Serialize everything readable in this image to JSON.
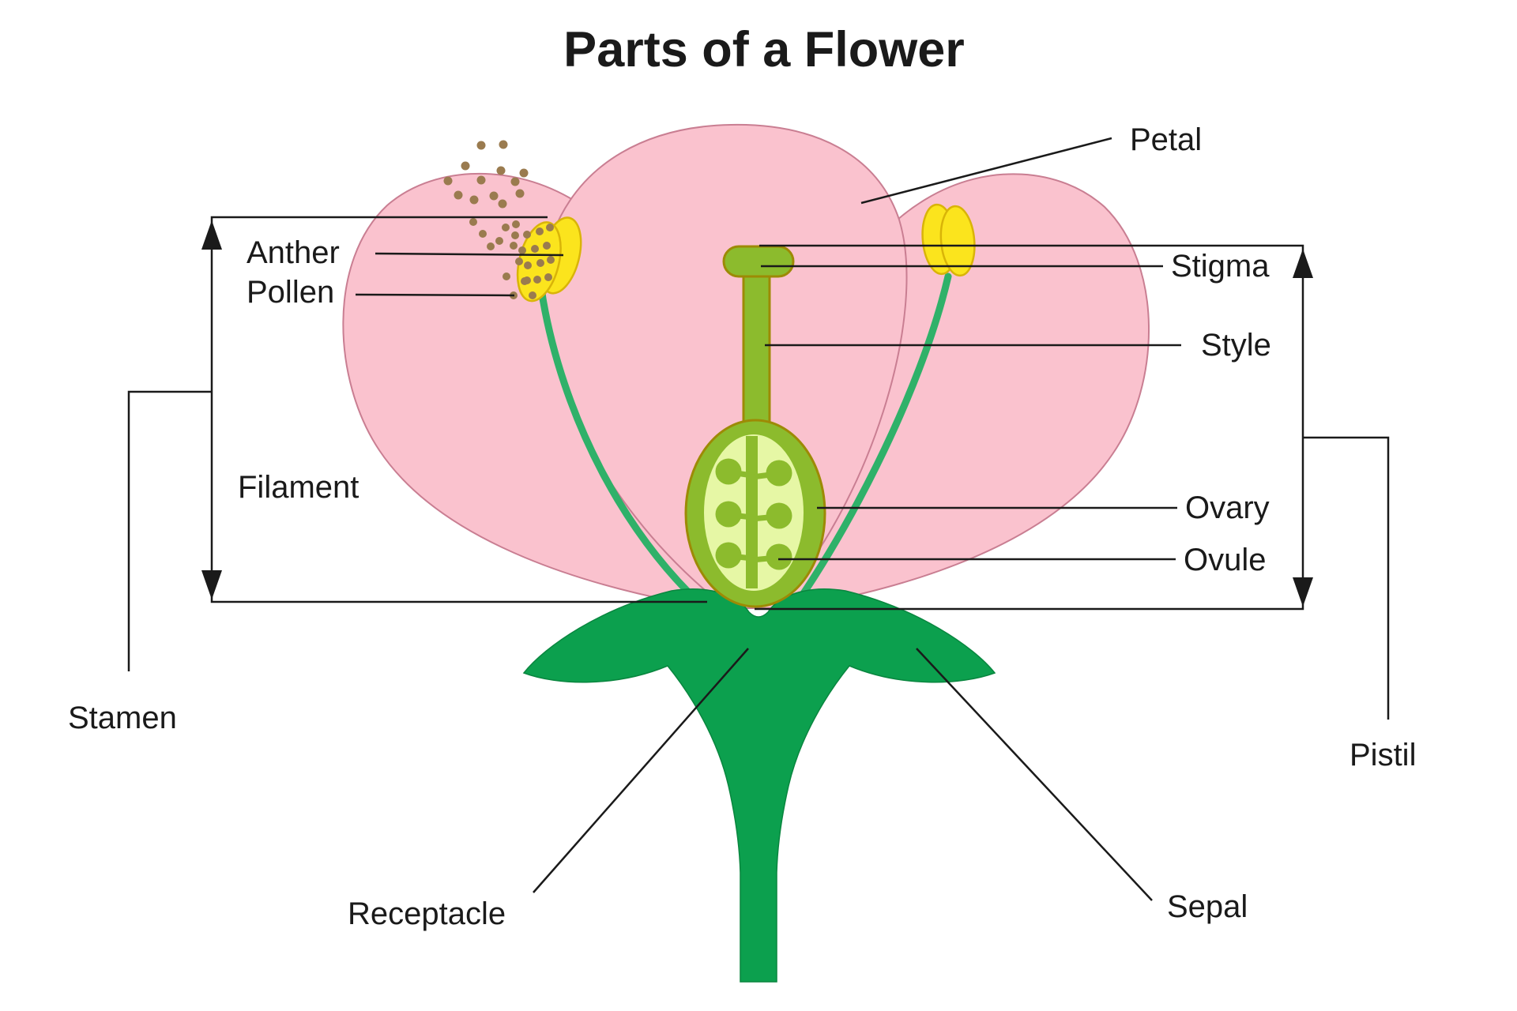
{
  "title": "Parts of a Flower",
  "labels": {
    "petal": "Petal",
    "anther": "Anther",
    "pollen": "Pollen",
    "stigma": "Stigma",
    "style": "Style",
    "filament": "Filament",
    "ovary": "Ovary",
    "ovule": "Ovule",
    "stamen": "Stamen",
    "pistil": "Pistil",
    "receptacle": "Receptacle",
    "sepal": "Sepal"
  },
  "colors": {
    "background": "#FFFFFF",
    "text": "#1A1A1A",
    "line": "#1A1A1A",
    "petal": "#FAC2CE",
    "petal_outline": "#C97E92",
    "sepal": "#0CA04E",
    "sepal_outline": "#09863F",
    "pistil": "#8CBB2D",
    "pistil_outline": "#9D8A05",
    "ovary_inner": "#E6F7A5",
    "anther": "#FBE41D",
    "anther_outline": "#D9B408",
    "filament": "#2FB169",
    "pollen": "#9A7B4F"
  }
}
